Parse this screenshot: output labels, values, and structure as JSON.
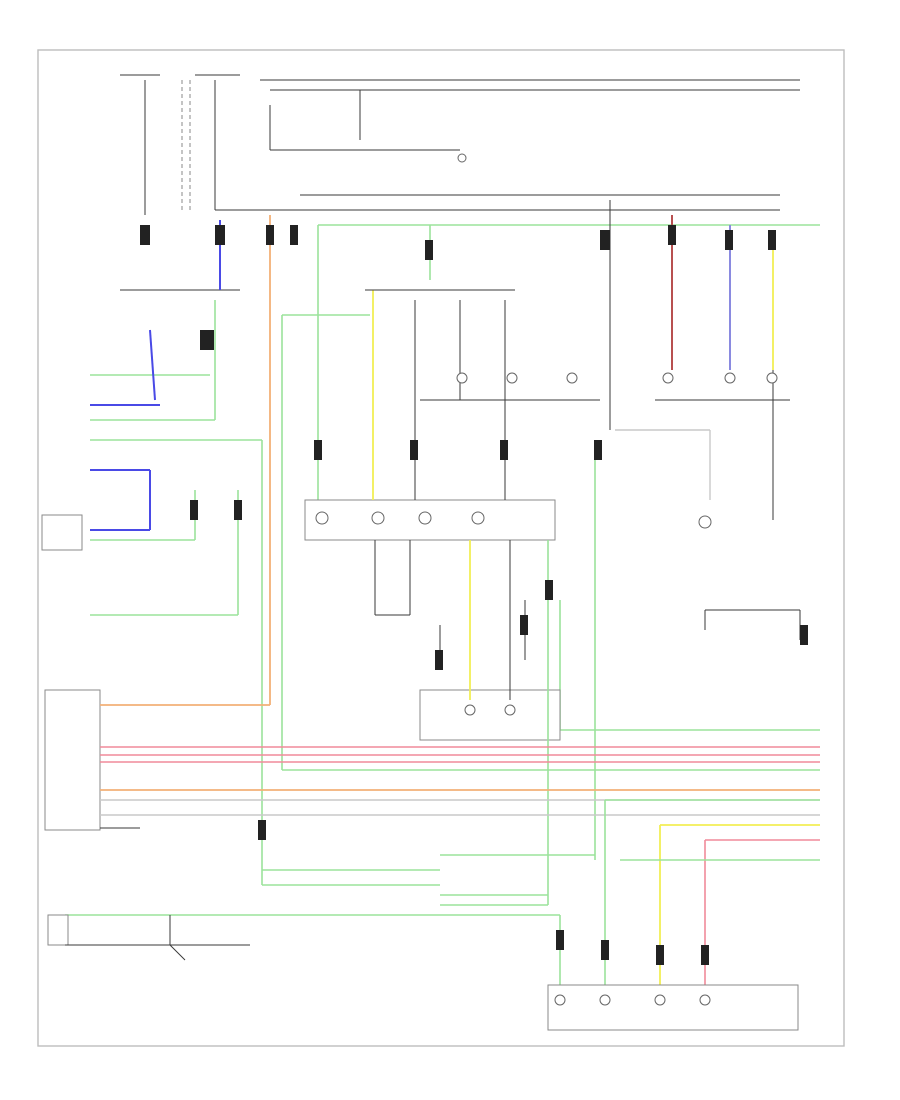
{
  "diagram": {
    "page_number": "",
    "components": [
      {
        "id": "fuse-relay-box",
        "label": ""
      },
      {
        "id": "front-body-control-module",
        "label": ""
      },
      {
        "id": "multi-function-switch",
        "label": ""
      },
      {
        "id": "instrument-cluster",
        "label": ""
      },
      {
        "id": "rear-body-control-module",
        "label": ""
      },
      {
        "id": "license-plate-light",
        "label": ""
      },
      {
        "id": "trailer-connector",
        "label": ""
      },
      {
        "id": "tail-lamp-assembly-left",
        "label": ""
      },
      {
        "id": "tail-lamp-assembly-right",
        "label": ""
      }
    ],
    "wire_colors": {
      "green": "#9be39b",
      "orange": "#f3b077",
      "blue": "#4a4ae6",
      "red": "#f08a9a",
      "yellow": "#f2ee55",
      "dark_red": "#b85050",
      "gray": "#c9c9c9",
      "black": "#3a3a3a"
    }
  }
}
